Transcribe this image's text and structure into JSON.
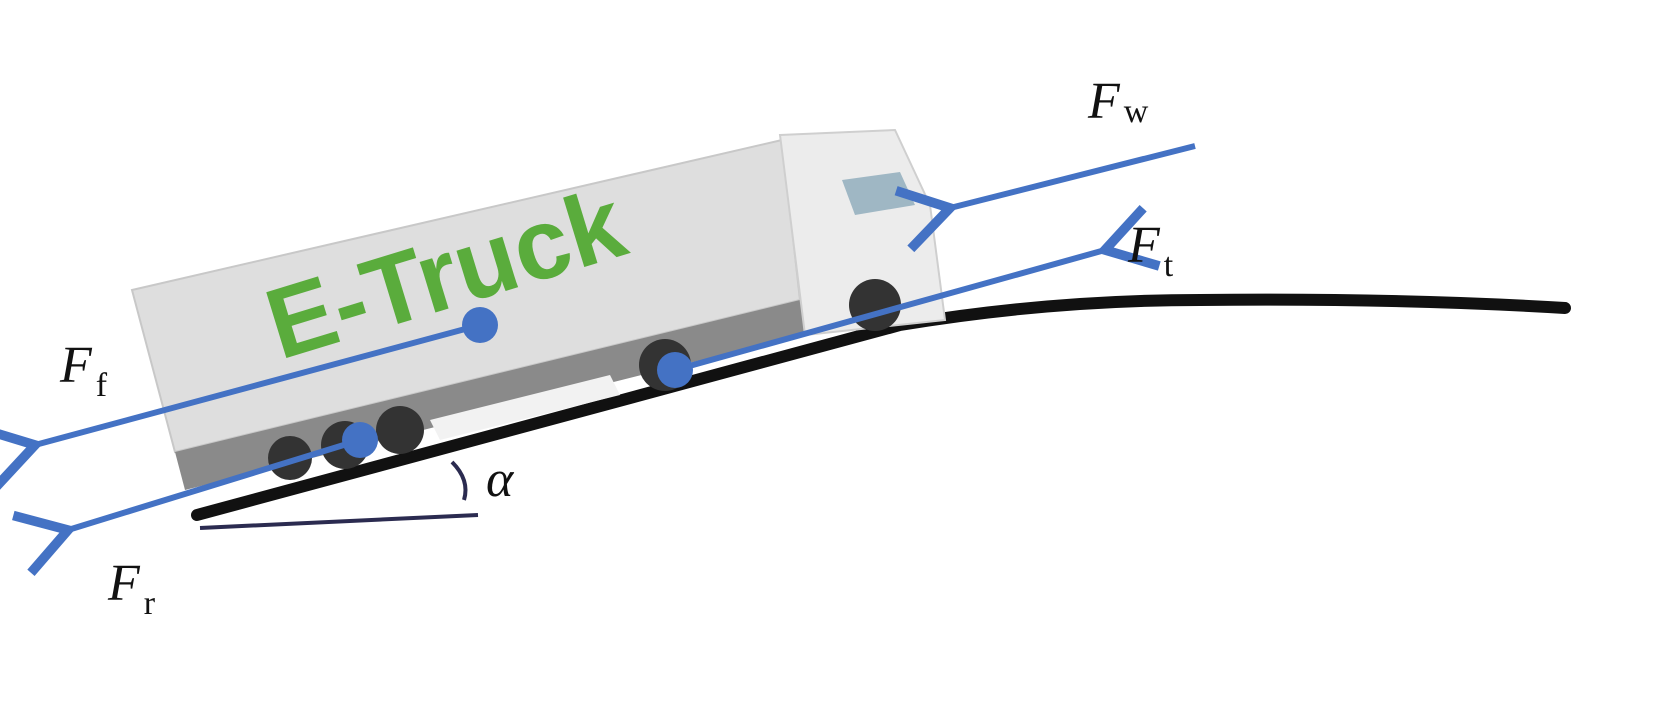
{
  "diagram": {
    "truck_label": "E-Truck",
    "forces": [
      {
        "symbol": "F",
        "subscript": "w"
      },
      {
        "symbol": "F",
        "subscript": "t"
      },
      {
        "symbol": "F",
        "subscript": "f"
      },
      {
        "symbol": "F",
        "subscript": "r"
      }
    ],
    "angle_label": "α"
  },
  "colors": {
    "arrow": "#4472c4",
    "brand_text": "#5aac3c",
    "road": "#111111",
    "trailer": "#dcdcdc"
  }
}
